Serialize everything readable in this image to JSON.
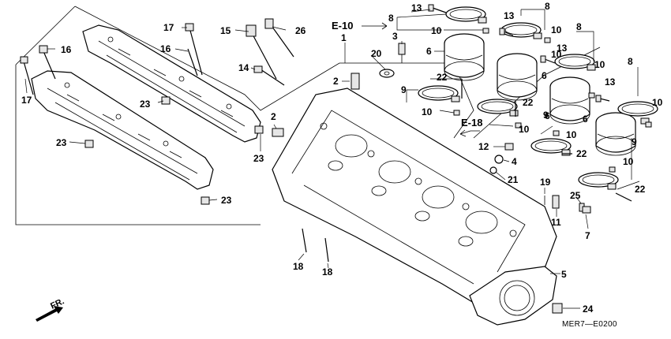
{
  "callouts": [
    {
      "id": "c1",
      "text": "1"
    },
    {
      "id": "c2a",
      "text": "2"
    },
    {
      "id": "c2b",
      "text": "2"
    },
    {
      "id": "c3",
      "text": "3"
    },
    {
      "id": "c4",
      "text": "4"
    },
    {
      "id": "c5",
      "text": "5"
    },
    {
      "id": "c6a",
      "text": "6"
    },
    {
      "id": "c6b",
      "text": "6"
    },
    {
      "id": "c6c",
      "text": "6"
    },
    {
      "id": "c6d",
      "text": "6"
    },
    {
      "id": "c7",
      "text": "7"
    },
    {
      "id": "c8a",
      "text": "8"
    },
    {
      "id": "c8b",
      "text": "8"
    },
    {
      "id": "c8c",
      "text": "8"
    },
    {
      "id": "c8d",
      "text": "8"
    },
    {
      "id": "c9a",
      "text": "9"
    },
    {
      "id": "c9b",
      "text": "9"
    },
    {
      "id": "c9c",
      "text": "9"
    },
    {
      "id": "c10a",
      "text": "10"
    },
    {
      "id": "c10b",
      "text": "10"
    },
    {
      "id": "c10c",
      "text": "10"
    },
    {
      "id": "c10d",
      "text": "10"
    },
    {
      "id": "c10e",
      "text": "10"
    },
    {
      "id": "c10f",
      "text": "10"
    },
    {
      "id": "c10g",
      "text": "10"
    },
    {
      "id": "c10h",
      "text": "10"
    },
    {
      "id": "c10i",
      "text": "10"
    },
    {
      "id": "c11",
      "text": "11"
    },
    {
      "id": "c12",
      "text": "12"
    },
    {
      "id": "c13a",
      "text": "13"
    },
    {
      "id": "c13b",
      "text": "13"
    },
    {
      "id": "c13c",
      "text": "13"
    },
    {
      "id": "c13d",
      "text": "13"
    },
    {
      "id": "c14",
      "text": "14"
    },
    {
      "id": "c15",
      "text": "15"
    },
    {
      "id": "c16a",
      "text": "16"
    },
    {
      "id": "c16b",
      "text": "16"
    },
    {
      "id": "c17a",
      "text": "17"
    },
    {
      "id": "c17b",
      "text": "17"
    },
    {
      "id": "c18a",
      "text": "18"
    },
    {
      "id": "c18b",
      "text": "18"
    },
    {
      "id": "c19",
      "text": "19"
    },
    {
      "id": "c20",
      "text": "20"
    },
    {
      "id": "c21",
      "text": "21"
    },
    {
      "id": "c22a",
      "text": "22"
    },
    {
      "id": "c22b",
      "text": "22"
    },
    {
      "id": "c22c",
      "text": "22"
    },
    {
      "id": "c22d",
      "text": "22"
    },
    {
      "id": "c23a",
      "text": "23"
    },
    {
      "id": "c23b",
      "text": "23"
    },
    {
      "id": "c23c",
      "text": "23"
    },
    {
      "id": "c23d",
      "text": "23"
    },
    {
      "id": "c24",
      "text": "24"
    },
    {
      "id": "c25",
      "text": "25"
    },
    {
      "id": "c26",
      "text": "26"
    }
  ],
  "refs": {
    "e10": "E-10",
    "e18": "E-18"
  },
  "front_label": "FR.",
  "diagram_code": "MER7—E0200"
}
